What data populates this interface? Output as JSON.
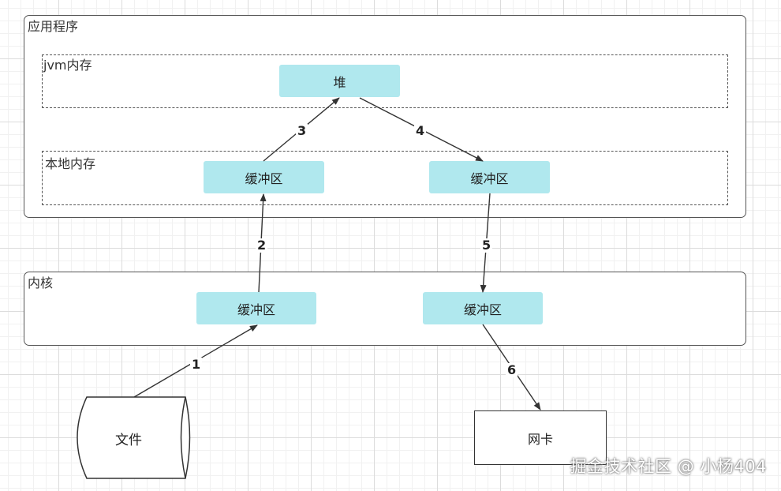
{
  "containers": {
    "app_label": "应用程序",
    "jvm_label": "jvm内存",
    "native_label": "本地内存",
    "kernel_label": "内核"
  },
  "nodes": {
    "heap": "堆",
    "native_buffer_left": "缓冲区",
    "native_buffer_right": "缓冲区",
    "kernel_buffer_left": "缓冲区",
    "kernel_buffer_right": "缓冲区",
    "file": "文件",
    "nic": "网卡"
  },
  "steps": [
    "1",
    "2",
    "3",
    "4",
    "5",
    "6"
  ],
  "colors": {
    "buffer_fill": "#b0e8ee",
    "line": "#333333"
  },
  "watermark": "掘金技术社区 @ 小杨404"
}
